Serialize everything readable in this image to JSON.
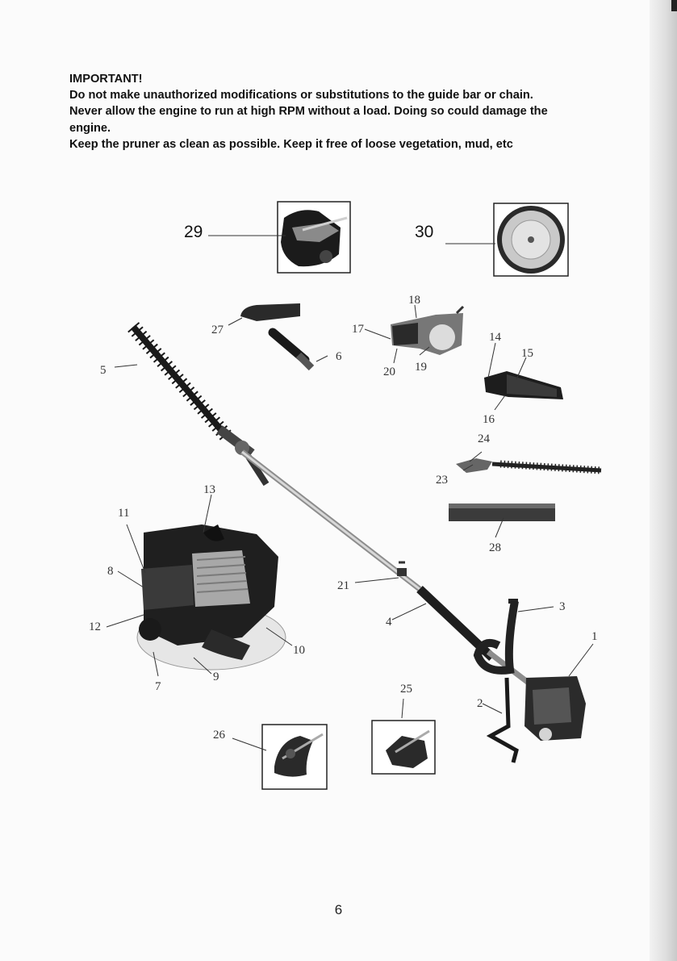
{
  "notice": {
    "heading": "IMPORTANT!",
    "lines": [
      "Do not make unauthorized modifications or substitutions to the guide bar or chain.",
      "Never allow the engine to run at high RPM without a load. Doing so could damage the",
      "engine.",
      "Keep the pruner as clean as possible. Keep it free of loose vegetation, mud, etc"
    ]
  },
  "diagram": {
    "callouts": {
      "c29": "29",
      "c30": "30",
      "c18": "18",
      "c17": "17",
      "c14": "14",
      "c15": "15",
      "c27": "27",
      "c6": "6",
      "c5": "5",
      "c20": "20",
      "c19": "19",
      "c16": "16",
      "c24": "24",
      "c23": "23",
      "c13": "13",
      "c11": "11",
      "c28": "28",
      "c8": "8",
      "c21": "21",
      "c3": "3",
      "c4": "4",
      "c12": "12",
      "c1": "1",
      "c10": "10",
      "c9": "9",
      "c7": "7",
      "c25": "25",
      "c2": "2",
      "c26": "26"
    }
  },
  "footer": {
    "page_number": "6"
  }
}
